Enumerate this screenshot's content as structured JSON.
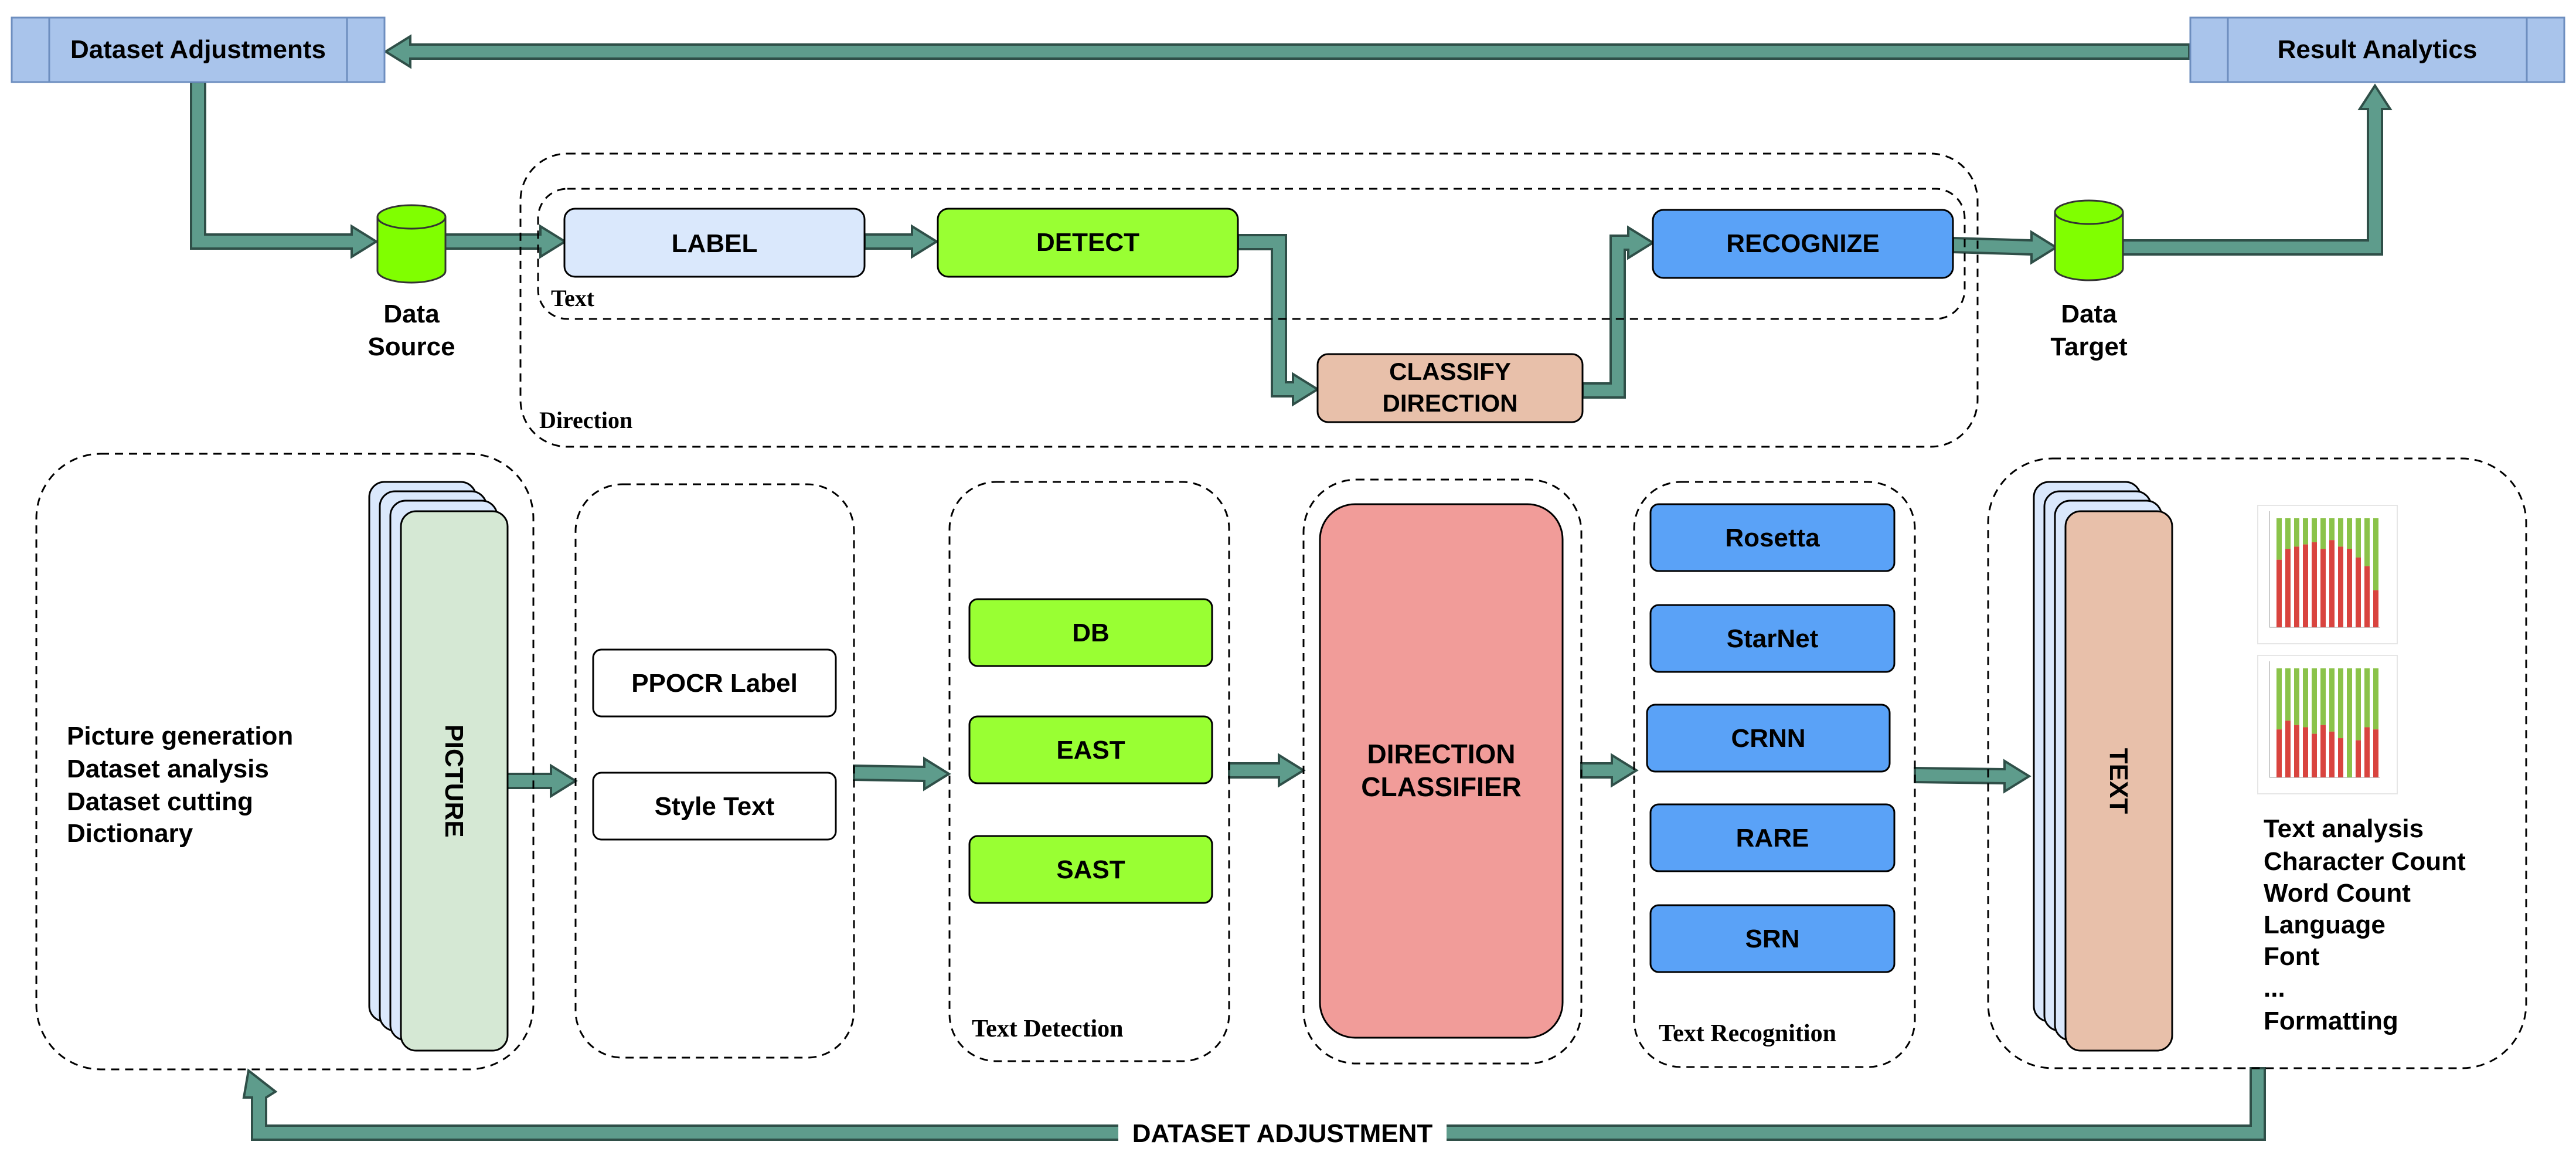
{
  "header": {
    "left_box": "Dataset Adjustments",
    "right_box": "Result Analytics"
  },
  "pipeline": {
    "data_source": [
      "Data",
      "Source"
    ],
    "data_target": [
      "Data",
      "Target"
    ],
    "label": "LABEL",
    "detect": "DETECT",
    "classify": [
      "CLASSIFY",
      "DIRECTION"
    ],
    "recognize": "RECOGNIZE",
    "text_group": "Text",
    "direction_group": "Direction"
  },
  "modules": {
    "left_list": [
      "Picture generation",
      "Dataset analysis",
      "Dataset cutting",
      "Dictionary"
    ],
    "picture": "PICTURE",
    "labeling": [
      "PPOCR Label",
      "Style Text"
    ],
    "detection": {
      "items": [
        "DB",
        "EAST",
        "SAST"
      ],
      "caption": "Text Detection"
    },
    "classifier": [
      "DIRECTION",
      "CLASSIFIER"
    ],
    "recognition": {
      "items": [
        "Rosetta",
        "StarNet",
        "CRNN",
        "RARE",
        "SRN"
      ],
      "caption": "Text Recognition"
    },
    "text": "TEXT",
    "analysis_list": [
      "Text analysis",
      "Character Count",
      "Word Count",
      "Language",
      "Font",
      "...",
      "Formatting"
    ]
  },
  "footer": {
    "adjustment": "DATASET ADJUSTMENT"
  },
  "colors": {
    "arrow": "#5e9c8c",
    "arrow_stroke": "#2f4f48",
    "header_box": "#a9c4eb",
    "label_box": "#dae8fc",
    "detect_box": "#99ff33",
    "classify_box": "#e8c0aa",
    "recognize_box": "#5aa2f7",
    "cylinder": "#80ff00",
    "picture_card": "#d5e8d4",
    "picture_back": "#dae8fc",
    "text_card": "#e8c0aa",
    "classifier_box": "#f19c99"
  }
}
